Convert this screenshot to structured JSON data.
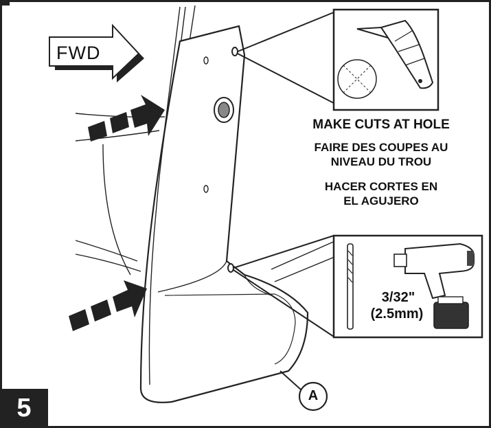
{
  "step_number": "5",
  "fwd_label": "FWD",
  "callout_a": "A",
  "instructions": {
    "en": "MAKE CUTS AT HOLE",
    "fr_line1": "FAIRE DES COUPES AU",
    "fr_line2": "NIVEAU DU TROU",
    "es_line1": "HACER CORTES EN",
    "es_line2": "EL AGUJERO"
  },
  "drill_size": {
    "imperial": "3/32\"",
    "metric": "(2.5mm)"
  },
  "icons": [
    "utility-knife-icon",
    "drill-icon",
    "drill-bit-icon",
    "forward-arrow-icon",
    "cut-hole-icon"
  ]
}
